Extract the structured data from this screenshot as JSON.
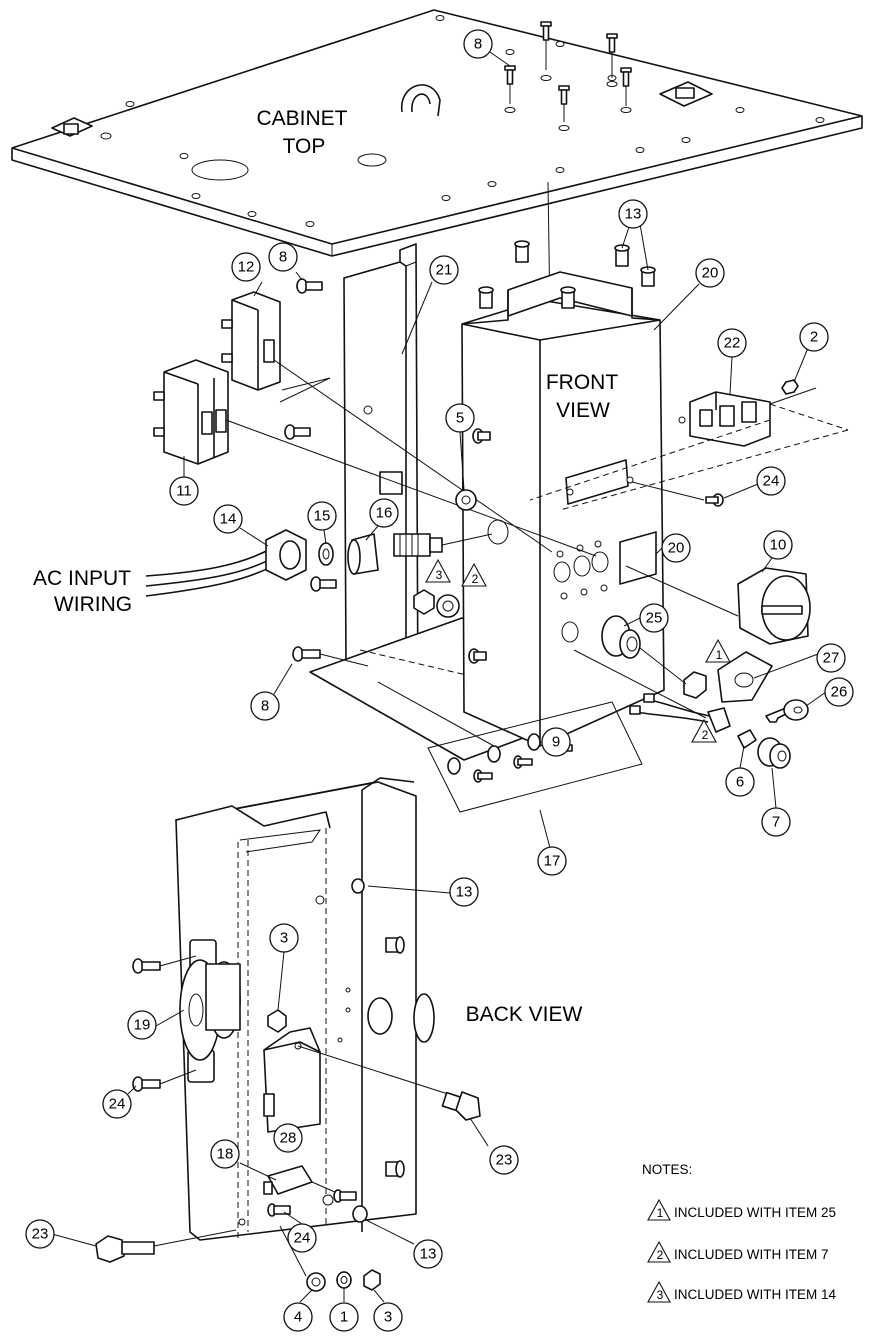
{
  "labels": {
    "cabinet_top_line1": "CABINET",
    "cabinet_top_line2": "TOP",
    "front_view_line1": "FRONT",
    "front_view_line2": "VIEW",
    "back_view": "BACK VIEW",
    "ac_input_line1": "AC INPUT",
    "ac_input_line2": "WIRING"
  },
  "bubbles": {
    "b8a": "8",
    "b13a": "13",
    "b12": "12",
    "b8b": "8",
    "b21": "21",
    "b20a": "20",
    "b22": "22",
    "b2": "2",
    "b11": "11",
    "b5": "5",
    "b24a": "24",
    "b14": "14",
    "b15": "15",
    "b16": "16",
    "b20b": "20",
    "b10": "10",
    "b25": "25",
    "b27": "27",
    "b26": "26",
    "b8c": "8",
    "b9": "9",
    "b6": "6",
    "b7": "7",
    "b17": "17",
    "b13b": "13",
    "b3a": "3",
    "b19": "19",
    "b24b": "24",
    "b28": "28",
    "b23a": "23",
    "b18": "18",
    "b23b": "23",
    "b24c": "24",
    "b13c": "13",
    "b4": "4",
    "b1": "1",
    "b3b": "3"
  },
  "triangles": {
    "t3": "3",
    "t2a": "2",
    "t1": "1",
    "t2b": "2"
  },
  "notes": {
    "heading": "NOTES:",
    "items": [
      {
        "num": "1",
        "text": "INCLUDED WITH ITEM 25"
      },
      {
        "num": "2",
        "text": "INCLUDED WITH ITEM 7"
      },
      {
        "num": "3",
        "text": "INCLUDED WITH ITEM 14"
      }
    ]
  }
}
